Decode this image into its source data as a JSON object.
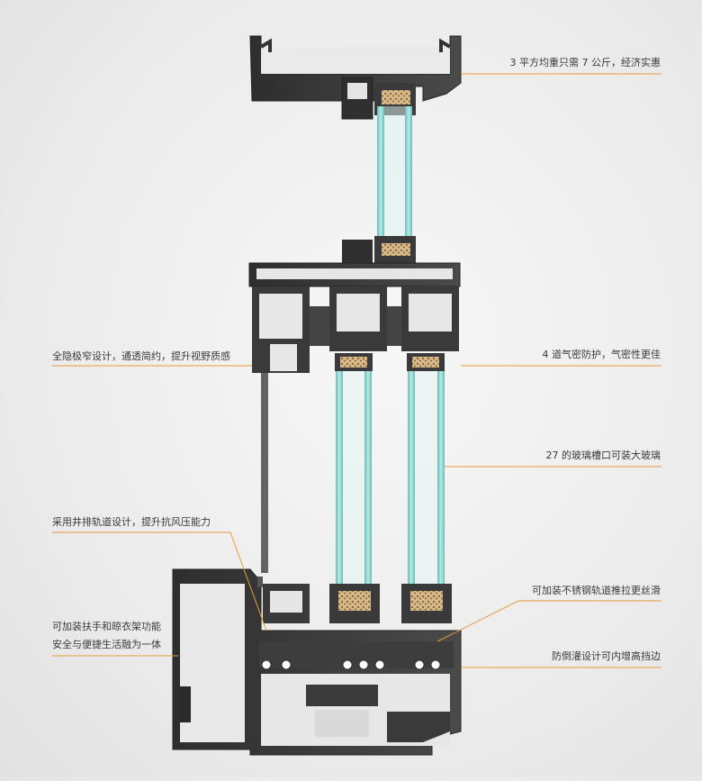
{
  "callouts": {
    "weight": "3 平方均重只需 7 公斤，经济实惠",
    "hidden_frame": "全隐极窄设计，通透简约，提升视野质感",
    "airtight": "4 道气密防护，气密性更佳",
    "glass_slot": "27 的玻璃槽口可装大玻璃",
    "parallel_track": "采用井排轨道设计，提升抗风压能力",
    "handrail_line1": "可加装扶手和晾衣架功能",
    "handrail_line2": "安全与便捷生活融为一体",
    "steel_track": "可加装不锈钢轨道推拉更丝滑",
    "anti_flood": "防倒灌设计可内增高挡边"
  },
  "colors": {
    "accent_line": "#e89a3a",
    "glass": "#7fd0cc",
    "profile": "#3d3d3d",
    "background": "#ececec"
  }
}
